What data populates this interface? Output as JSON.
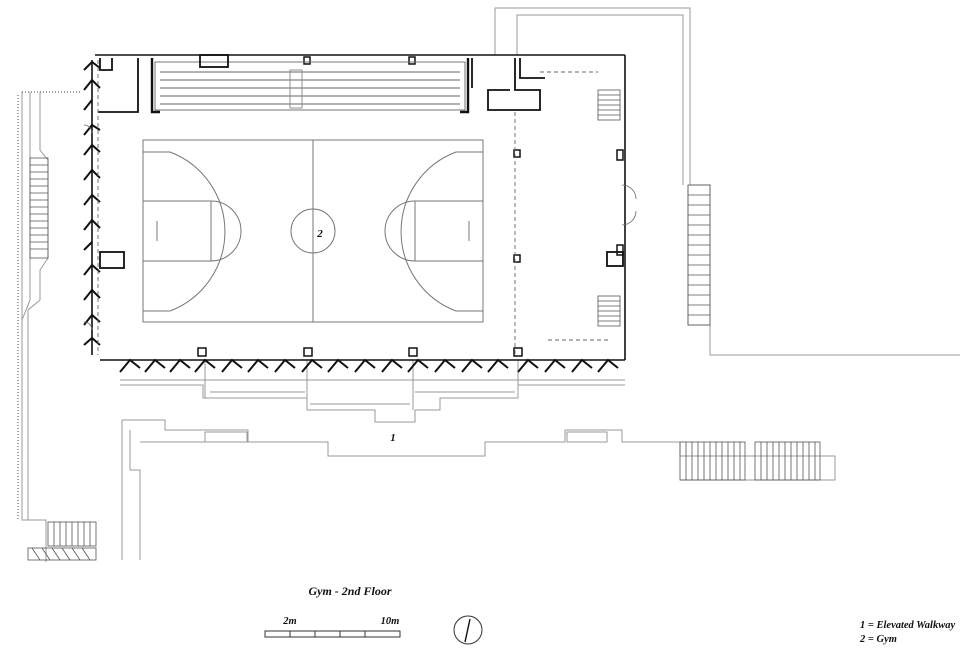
{
  "drawing": {
    "title": "Gym - 2nd Floor",
    "room_labels": [
      {
        "number": "1",
        "role": "elevated-walkway"
      },
      {
        "number": "2",
        "role": "gym"
      }
    ]
  },
  "scale_bar": {
    "label_start": "2m",
    "label_end": "10m"
  },
  "north_arrow": {
    "icon": "north-arrow-icon"
  },
  "legend": {
    "items": [
      "1 = Elevated Walkway",
      "2 = Gym"
    ]
  }
}
